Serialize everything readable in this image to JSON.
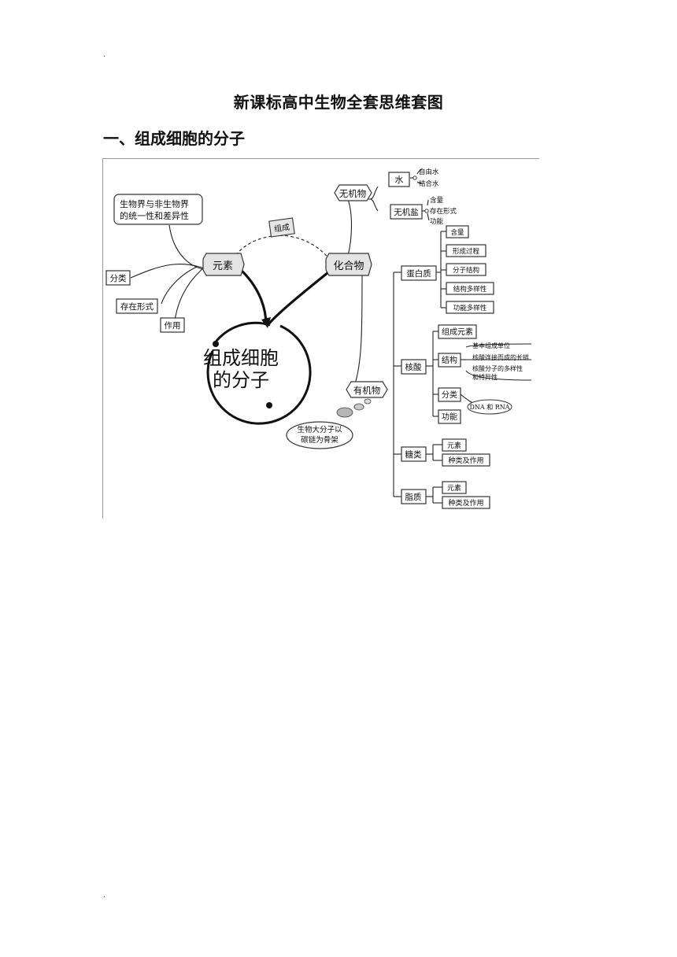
{
  "page": {
    "top_dot": ".",
    "bottom_dot": ".",
    "title": "新课标高中生物全套思维套图",
    "section_heading": "一、组成细胞的分子"
  },
  "mindmap": {
    "center": [
      "组成细胞",
      "的分子"
    ],
    "elements": {
      "label": "元素",
      "note": [
        "生物界与非生物界",
        "的统一性和差异性"
      ],
      "branches": [
        "分类",
        "存在形式",
        "作用"
      ]
    },
    "link_label": "组成",
    "compounds": {
      "label": "化合物",
      "inorganic": {
        "label": "无机物",
        "water": {
          "label": "水",
          "items": [
            "自由水",
            "结合水"
          ]
        },
        "salt": {
          "label": "无机盐",
          "items": [
            "含量",
            "存在形式",
            "功能"
          ]
        }
      },
      "organic": {
        "label": "有机物",
        "bubble": [
          "生物大分子以",
          "碳链为骨架"
        ],
        "protein": {
          "label": "蛋白质",
          "items": [
            "含量",
            "形成过程",
            "分子结构",
            "结构多样性",
            "功能多样性"
          ]
        },
        "nucleic": {
          "label": "核酸",
          "composition": "组成元素",
          "structure": {
            "label": "结构",
            "items": [
              "基本组成单位",
              "核酸连接而成的长链",
              "核酸分子的多样性",
              "和特异性"
            ]
          },
          "classification": {
            "label": "分类",
            "note": "DNA 和 RNA"
          },
          "function": "功能"
        },
        "sugar": {
          "label": "糖类",
          "items": [
            "元素",
            "种类及作用"
          ]
        },
        "lipid": {
          "label": "脂质",
          "items": [
            "元素",
            "种类及作用"
          ]
        }
      }
    }
  }
}
